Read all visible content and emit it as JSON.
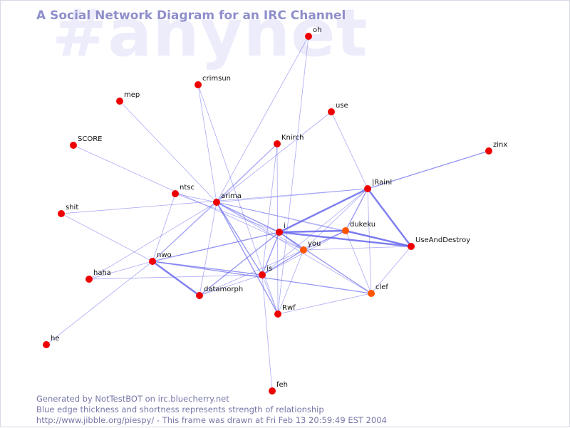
{
  "watermark": "#anynet",
  "title": "A Social Network Diagram for an IRC Channel",
  "footer": {
    "line1": "Generated by NotTestBOT on irc.bluecherry.net",
    "line2": "Blue edge thickness and shortness represents strength of relationship",
    "line3": "http://www.jibble.org/piespy/ - This frame was drawn at Fri Feb 13 20:59:49 EST 2004"
  },
  "colors": {
    "node": "#ee0000",
    "node_recent": "#ff5500",
    "edge": "#6666ee",
    "title": "#8f8fcb",
    "watermark": "#ececfb"
  },
  "nodes": [
    {
      "id": "oh",
      "label": "oh"
    },
    {
      "id": "crimsun",
      "label": "crimsun"
    },
    {
      "id": "mep",
      "label": "mep"
    },
    {
      "id": "use",
      "label": "use"
    },
    {
      "id": "SCORE",
      "label": "SCORE"
    },
    {
      "id": "Knirch",
      "label": "Knirch"
    },
    {
      "id": "zinx",
      "label": "zinx"
    },
    {
      "id": "ntsc",
      "label": "ntsc"
    },
    {
      "id": "arima",
      "label": "arima"
    },
    {
      "id": "Rainl",
      "label": "|Rainl"
    },
    {
      "id": "shit",
      "label": "shit"
    },
    {
      "id": "i",
      "label": "i"
    },
    {
      "id": "dukeku",
      "label": "dukeku",
      "recent": true
    },
    {
      "id": "UseAndDestroy",
      "label": "UseAndDestroy"
    },
    {
      "id": "you",
      "label": "you",
      "recent": true
    },
    {
      "id": "nwo",
      "label": "nwo"
    },
    {
      "id": "haha",
      "label": "haha"
    },
    {
      "id": "is",
      "label": "is"
    },
    {
      "id": "datamorph",
      "label": "datamorph"
    },
    {
      "id": "clef",
      "label": "clef",
      "recent": true
    },
    {
      "id": "Rwf",
      "label": "Rwf"
    },
    {
      "id": "he",
      "label": "he"
    },
    {
      "id": "feh",
      "label": "feh"
    }
  ],
  "edges": [
    {
      "source": "oh",
      "target": "Rwf",
      "weight": 1
    },
    {
      "source": "oh",
      "target": "arima",
      "weight": 1
    },
    {
      "source": "crimsun",
      "target": "arima",
      "weight": 1
    },
    {
      "source": "crimsun",
      "target": "Rwf",
      "weight": 1
    },
    {
      "source": "mep",
      "target": "arima",
      "weight": 1
    },
    {
      "source": "use",
      "target": "arima",
      "weight": 1
    },
    {
      "source": "use",
      "target": "Rainl",
      "weight": 1
    },
    {
      "source": "SCORE",
      "target": "you",
      "weight": 1
    },
    {
      "source": "Knirch",
      "target": "arima",
      "weight": 1
    },
    {
      "source": "Knirch",
      "target": "is",
      "weight": 1
    },
    {
      "source": "Knirch",
      "target": "nwo",
      "weight": 1
    },
    {
      "source": "Knirch",
      "target": "Rwf",
      "weight": 1
    },
    {
      "source": "zinx",
      "target": "Rainl",
      "weight": 2
    },
    {
      "source": "ntsc",
      "target": "i",
      "weight": 1
    },
    {
      "source": "ntsc",
      "target": "nwo",
      "weight": 1
    },
    {
      "source": "ntsc",
      "target": "arima",
      "weight": 1
    },
    {
      "source": "arima",
      "target": "Rainl",
      "weight": 1
    },
    {
      "source": "arima",
      "target": "i",
      "weight": 2
    },
    {
      "source": "arima",
      "target": "dukeku",
      "weight": 1
    },
    {
      "source": "arima",
      "target": "UseAndDestroy",
      "weight": 1
    },
    {
      "source": "arima",
      "target": "you",
      "weight": 1
    },
    {
      "source": "arima",
      "target": "nwo",
      "weight": 1
    },
    {
      "source": "arima",
      "target": "is",
      "weight": 2
    },
    {
      "source": "arima",
      "target": "datamorph",
      "weight": 1
    },
    {
      "source": "arima",
      "target": "clef",
      "weight": 1
    },
    {
      "source": "arima",
      "target": "Rwf",
      "weight": 2
    },
    {
      "source": "arima",
      "target": "haha",
      "weight": 1
    },
    {
      "source": "shit",
      "target": "Rainl",
      "weight": 1
    },
    {
      "source": "shit",
      "target": "nwo",
      "weight": 1
    },
    {
      "source": "Rainl",
      "target": "i",
      "weight": 3
    },
    {
      "source": "Rainl",
      "target": "UseAndDestroy",
      "weight": 3
    },
    {
      "source": "Rainl",
      "target": "dukeku",
      "weight": 2
    },
    {
      "source": "Rainl",
      "target": "you",
      "weight": 1
    },
    {
      "source": "Rainl",
      "target": "clef",
      "weight": 1
    },
    {
      "source": "Rainl",
      "target": "is",
      "weight": 1
    },
    {
      "source": "i",
      "target": "dukeku",
      "weight": 3
    },
    {
      "source": "i",
      "target": "UseAndDestroy",
      "weight": 3
    },
    {
      "source": "i",
      "target": "you",
      "weight": 2
    },
    {
      "source": "i",
      "target": "nwo",
      "weight": 2
    },
    {
      "source": "i",
      "target": "datamorph",
      "weight": 2
    },
    {
      "source": "i",
      "target": "is",
      "weight": 2
    },
    {
      "source": "i",
      "target": "clef",
      "weight": 2
    },
    {
      "source": "dukeku",
      "target": "UseAndDestroy",
      "weight": 3
    },
    {
      "source": "dukeku",
      "target": "you",
      "weight": 2
    },
    {
      "source": "dukeku",
      "target": "clef",
      "weight": 1
    },
    {
      "source": "dukeku",
      "target": "is",
      "weight": 1
    },
    {
      "source": "you",
      "target": "UseAndDestroy",
      "weight": 1
    },
    {
      "source": "you",
      "target": "is",
      "weight": 2
    },
    {
      "source": "you",
      "target": "Rwf",
      "weight": 1
    },
    {
      "source": "you",
      "target": "datamorph",
      "weight": 1
    },
    {
      "source": "UseAndDestroy",
      "target": "clef",
      "weight": 1
    },
    {
      "source": "nwo",
      "target": "datamorph",
      "weight": 3
    },
    {
      "source": "nwo",
      "target": "is",
      "weight": 2
    },
    {
      "source": "nwo",
      "target": "clef",
      "weight": 2
    },
    {
      "source": "nwo",
      "target": "he",
      "weight": 1
    },
    {
      "source": "nwo",
      "target": "haha",
      "weight": 1
    },
    {
      "source": "haha",
      "target": "is",
      "weight": 1
    },
    {
      "source": "is",
      "target": "Rwf",
      "weight": 1
    },
    {
      "source": "is",
      "target": "feh",
      "weight": 1
    },
    {
      "source": "is",
      "target": "datamorph",
      "weight": 1
    },
    {
      "source": "clef",
      "target": "Rwf",
      "weight": 1
    }
  ]
}
